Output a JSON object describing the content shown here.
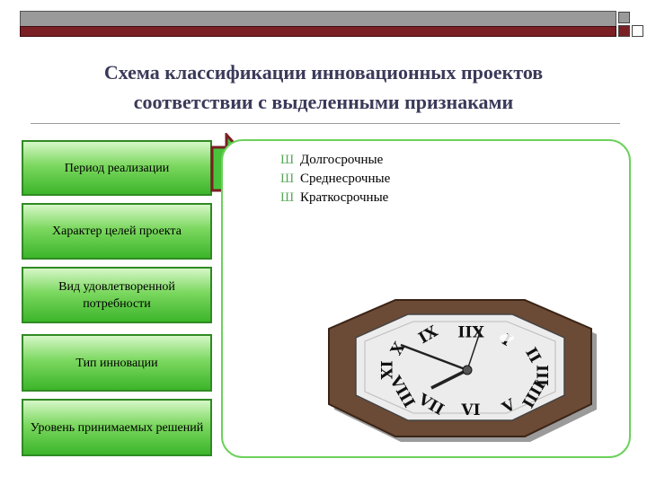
{
  "slide": {
    "title_line1": "Схема классификации инновационных проектов",
    "title_line2": "соответствии с выделенными признаками"
  },
  "categories": [
    {
      "label": "Период реализации"
    },
    {
      "label": "Характер целей проекта"
    },
    {
      "label": "Вид удовлетворенной потребности"
    },
    {
      "label": "Тип инновации"
    },
    {
      "label": "Уровень принимаемых решений"
    }
  ],
  "list": {
    "bullet": "Ш",
    "items": [
      "Долгосрочные",
      "Среднесрочные",
      "Краткосрочные"
    ]
  },
  "clock": {
    "numerals": [
      "I",
      "II",
      "III",
      "IIII",
      "V",
      "VI",
      "VII",
      "VIII",
      "IX",
      "X",
      "XI",
      "XII"
    ]
  },
  "colors": {
    "accent_green": "#3cb52a",
    "bar_red": "#7a1f24",
    "bar_gray": "#9a9a9a",
    "clock_frame": "#6b4a36"
  }
}
